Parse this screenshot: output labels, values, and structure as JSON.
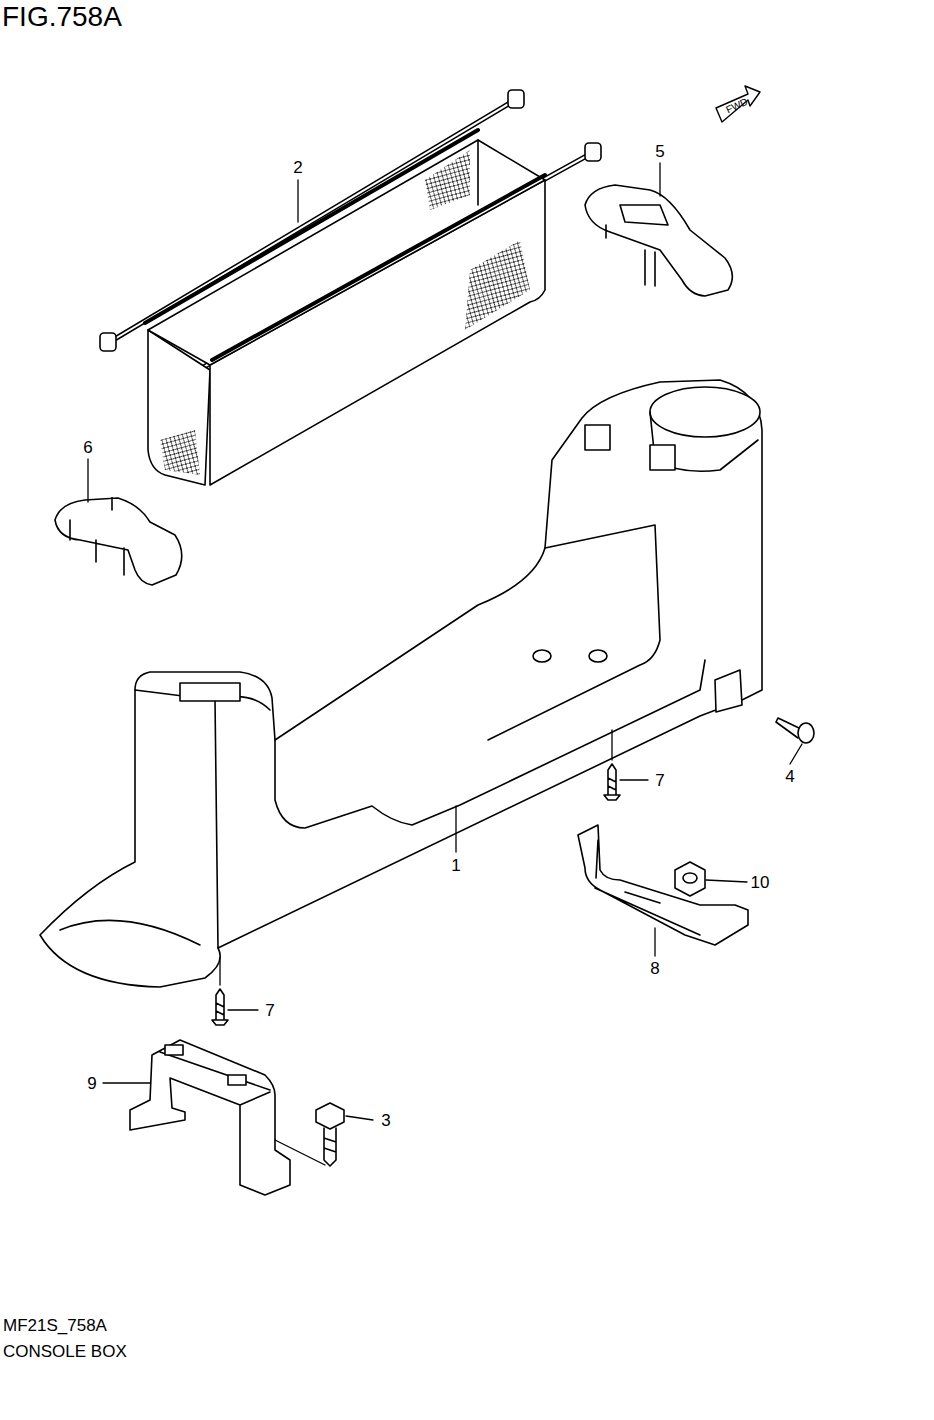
{
  "diagram": {
    "title": "FIG.758A",
    "labels": [
      "FWD",
      "2",
      "5",
      "6",
      "1",
      "4",
      "7",
      "7",
      "10",
      "8",
      "3",
      "9",
      "MF21S_758A",
      "CONSOLE BOX"
    ]
  }
}
